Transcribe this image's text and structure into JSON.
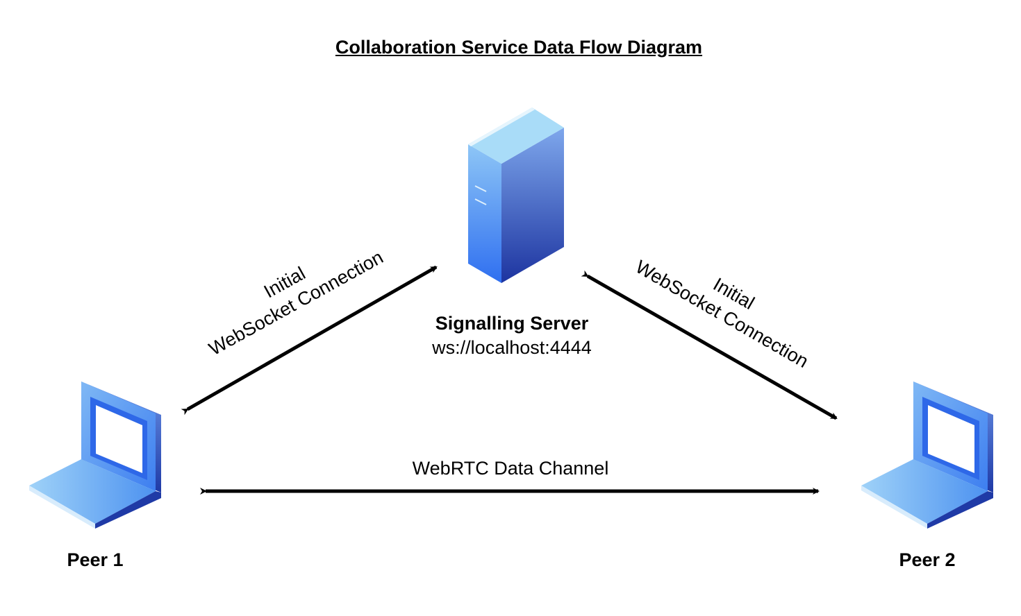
{
  "title": "Collaboration Service Data Flow Diagram",
  "server": {
    "name": "Signalling Server",
    "url": "ws://localhost:4444",
    "icon": "server-icon"
  },
  "peers": [
    {
      "name": "Peer 1",
      "icon": "laptop-icon"
    },
    {
      "name": "Peer 2",
      "icon": "laptop-icon"
    }
  ],
  "connections": {
    "peer1_server": {
      "line1": "Initial",
      "line2": "WebSocket Connection"
    },
    "server_peer2": {
      "line1": "Initial",
      "line2": "WebSocket Connection"
    },
    "peer1_peer2": {
      "label": "WebRTC Data Channel"
    }
  },
  "colors": {
    "icon_light": "#9ed0f8",
    "icon_mid": "#4a8ff0",
    "icon_dark": "#1f3fa8",
    "arrow": "#000000"
  }
}
